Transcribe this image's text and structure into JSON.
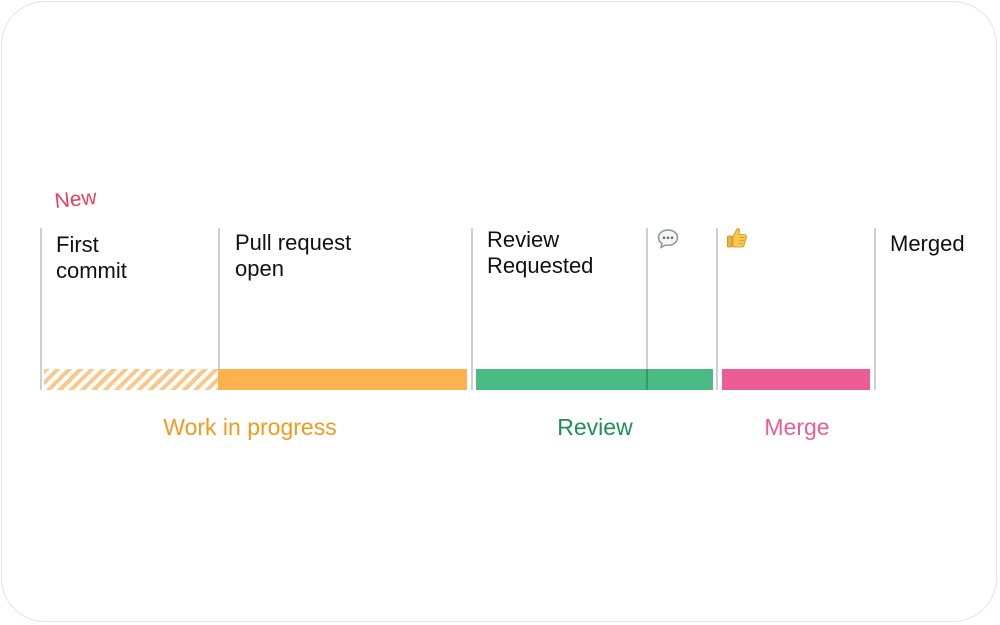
{
  "timeline": {
    "new_tag": "New",
    "events": [
      {
        "label": "First\ncommit"
      },
      {
        "label": "Pull request\nopen"
      },
      {
        "label": "Review\nRequested"
      },
      {
        "label": ""
      },
      {
        "label": ""
      },
      {
        "label": "Merged"
      }
    ],
    "event_icons": {
      "comment": "speech-bubble-icon",
      "approve": "thumbs-up-icon"
    },
    "phases": [
      {
        "label": "Work in progress",
        "color": "#f39a1e"
      },
      {
        "label": "Review",
        "color": "#1f9055"
      },
      {
        "label": "Merge",
        "color": "#ec5d95"
      }
    ],
    "segment_colors": {
      "hatched": "#f8c98a",
      "work_in_progress": "#fdb14f",
      "review": "#4bbb86",
      "merge": "#ec5d95"
    }
  }
}
